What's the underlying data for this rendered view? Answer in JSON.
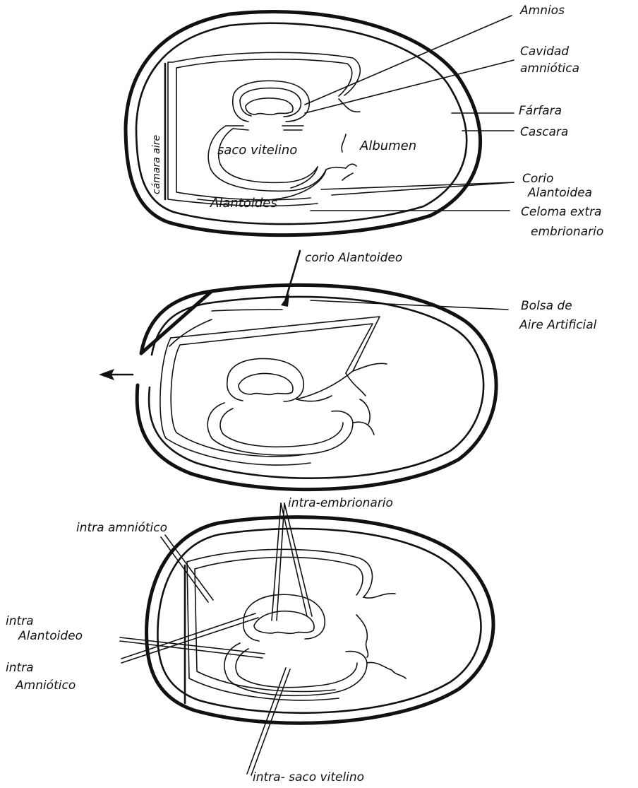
{
  "figure_1": {
    "labels": {
      "amnios": "Amnios",
      "cavidad_line1": "Cavidad",
      "cavidad_line2": "amniótica",
      "farfara": "Fárfara",
      "cascara": "Cascara",
      "corio_line1": "Corio",
      "corio_line2": "Alantoidea",
      "celoma_line1": "Celoma extra",
      "celoma_line2": "embrionario",
      "camara": "cámara aire",
      "saco": "saco vitelino",
      "albumen": "Albumen",
      "alantoides": "Alantoides"
    }
  },
  "figure_2": {
    "labels": {
      "corio_alantoideo": "corio Alantoideo",
      "bolsa_line1": "Bolsa de",
      "bolsa_line2": "Aire Artificial"
    }
  },
  "figure_3": {
    "labels": {
      "intra_embrionario": "intra-embrionario",
      "intra_amniotico_top": "intra amniótico",
      "intra_alantoideo_line1": "intra",
      "intra_alantoideo_line2": "Alantoideo",
      "intra_amniotico_line1": "intra",
      "intra_amniotico_line2": "Amniótico",
      "intra_saco": "intra- saco vitelino"
    }
  }
}
